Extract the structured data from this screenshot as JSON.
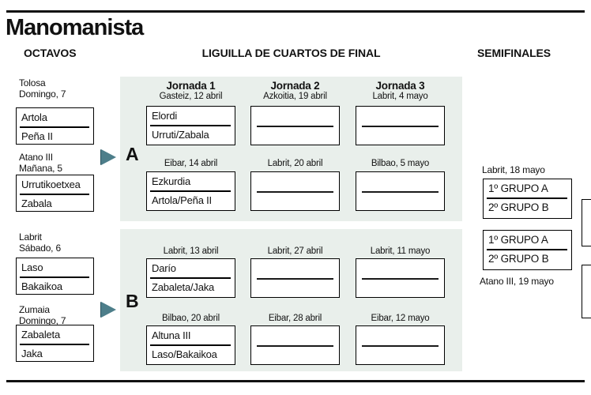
{
  "title": "Manomanista",
  "headers": {
    "octavos": "OCTAVOS",
    "liguilla": "LIGUILLA DE CUARTOS DE FINAL",
    "semifinales": "SEMIFINALES"
  },
  "colors": {
    "panel_bg": "#e9efeb",
    "arrow": "#4d7e8a",
    "rule": "#111111"
  },
  "octavos": [
    {
      "venue": "Tolosa",
      "date": "Domingo, 7",
      "p1": "Artola",
      "p2": "Peña II"
    },
    {
      "venue": "Atano III",
      "date": "Mañana, 5",
      "p1": "Urrutikoetxea",
      "p2": "Zabala"
    },
    {
      "venue": "Labrit",
      "date": "Sábado, 6",
      "p1": "Laso",
      "p2": "Bakaikoa"
    },
    {
      "venue": "Zumaia",
      "date": "Domingo, 7",
      "p1": "Zabaleta",
      "p2": "Jaka"
    }
  ],
  "groups": [
    {
      "label": "A",
      "columns": [
        {
          "jornada": "Jornada 1",
          "matches": [
            {
              "venue": "Gasteiz, 12 abril",
              "p1": "Elordi",
              "p2": "Urruti/Zabala"
            },
            {
              "venue": "Eibar, 14 abril",
              "p1": "Ezkurdia",
              "p2": "Artola/Peña II"
            }
          ]
        },
        {
          "jornada": "Jornada 2",
          "matches": [
            {
              "venue": "Azkoitia, 19 abril",
              "p1": "",
              "p2": ""
            },
            {
              "venue": "Labrit, 20 abril",
              "p1": "",
              "p2": ""
            }
          ]
        },
        {
          "jornada": "Jornada 3",
          "matches": [
            {
              "venue": "Labrit, 4 mayo",
              "p1": "",
              "p2": ""
            },
            {
              "venue": "Bilbao, 5 mayo",
              "p1": "",
              "p2": ""
            }
          ]
        }
      ]
    },
    {
      "label": "B",
      "columns": [
        {
          "jornada": "",
          "matches": [
            {
              "venue": "Labrit, 13 abril",
              "p1": "Darío",
              "p2": "Zabaleta/Jaka"
            },
            {
              "venue": "Bilbao, 20 abril",
              "p1": "Altuna III",
              "p2": "Laso/Bakaikoa"
            }
          ]
        },
        {
          "jornada": "",
          "matches": [
            {
              "venue": "Labrit, 27 abril",
              "p1": "",
              "p2": ""
            },
            {
              "venue": "Eibar, 28 abril",
              "p1": "",
              "p2": ""
            }
          ]
        },
        {
          "jornada": "",
          "matches": [
            {
              "venue": "Labrit, 11 mayo",
              "p1": "",
              "p2": ""
            },
            {
              "venue": "Eibar, 12 mayo",
              "p1": "",
              "p2": ""
            }
          ]
        }
      ]
    }
  ],
  "semifinales": {
    "top_label": "Labrit, 18 mayo",
    "matches": [
      {
        "p1": "1º GRUPO A",
        "p2": "2º GRUPO B"
      },
      {
        "p1": "1º GRUPO A",
        "p2": "2º GRUPO B"
      }
    ],
    "bottom_label": "Atano III, 19 mayo"
  }
}
